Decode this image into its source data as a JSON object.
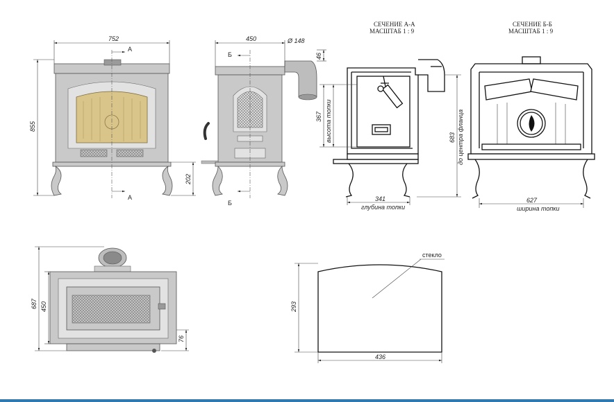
{
  "colors": {
    "accent_bar": "#2f78b0",
    "glass": "#d9c48a",
    "body": "#c9c9c9"
  },
  "front_view": {
    "width_dim": "752",
    "height_dim": "855",
    "leg_dim": "202",
    "section_mark_top": "А",
    "section_mark_bottom": "А"
  },
  "side_view": {
    "depth_dim": "450",
    "flue_diam": "Ø 148",
    "flue_offset": "46",
    "section_mark_top": "Б",
    "section_mark_bottom": "Б"
  },
  "section_aa": {
    "title": "СЕЧЕНИЕ А-А",
    "scale": "МАСШТАБ 1 : 9",
    "firebox_height_value": "367",
    "firebox_height_label": "высота топки",
    "firebox_depth_value": "341",
    "firebox_depth_label": "глубина топки",
    "flange_value": "683",
    "flange_label": "до центра фланца"
  },
  "section_bb": {
    "title": "СЕЧЕНИЕ Б-Б",
    "scale": "МАСШТАБ 1 : 9",
    "firebox_width_value": "627",
    "firebox_width_label": "ширина топки"
  },
  "top_view": {
    "depth_total": "687",
    "depth_body": "450",
    "offset": "76"
  },
  "glass": {
    "label": "стекло",
    "height": "293",
    "width": "436"
  }
}
